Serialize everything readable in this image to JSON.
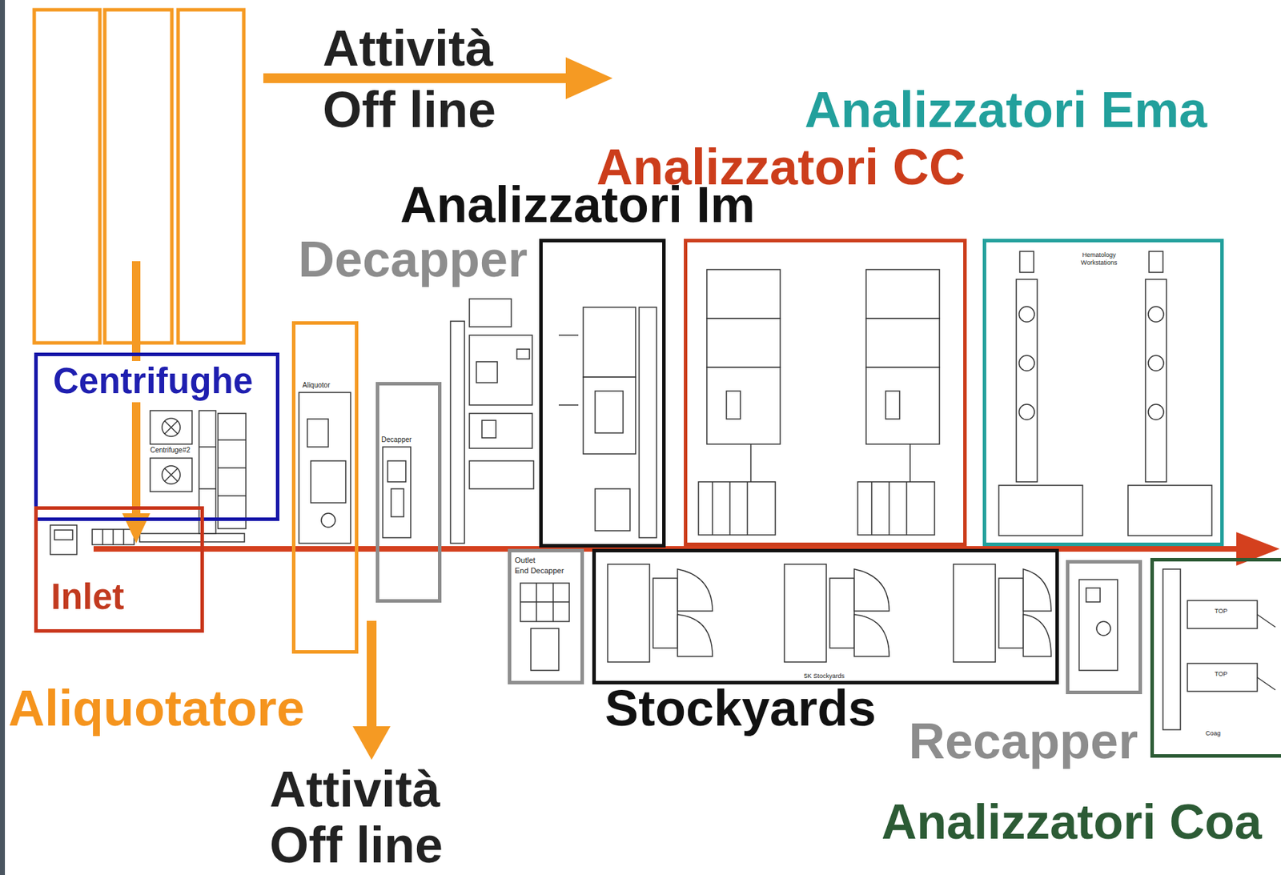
{
  "diagram": {
    "nodes": [
      {
        "text": [
          "Centrifughe"
        ]
      },
      {
        "text": [
          "Inlet"
        ]
      },
      {
        "text": [
          "Aliquotatore"
        ]
      },
      {
        "text": [
          "Decapper"
        ]
      },
      {
        "text": [
          "Analizzatori Im"
        ]
      },
      {
        "text": [
          "Analizzatori CC"
        ]
      },
      {
        "text": [
          "Analizzatori Ema"
        ]
      },
      {
        "text": [
          "Outlet",
          "End Decapper"
        ]
      },
      {
        "text": [
          "Stockyards"
        ]
      },
      {
        "text": [
          "Recapper"
        ]
      },
      {
        "text": [
          "Analizzatori Coa"
        ]
      }
    ],
    "labels": [
      "Attività Off line",
      "Centrifuge#2",
      "Aliquotor",
      "Decapper",
      "Hematology Workstations",
      "5K Stockyards",
      "TOP",
      "TOP",
      "Coag",
      "Attività Off line"
    ]
  }
}
